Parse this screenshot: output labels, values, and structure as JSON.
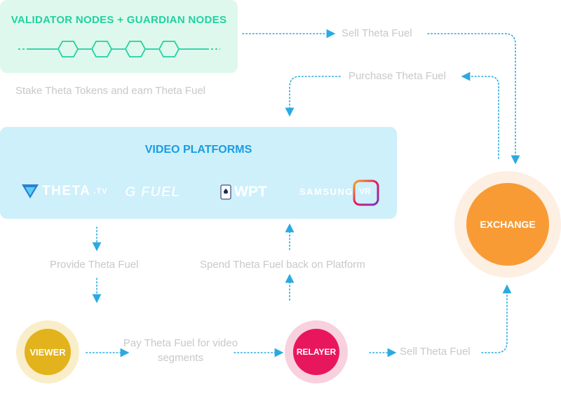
{
  "validators": {
    "title": "VALIDATOR NODES + GUARDIAN NODES",
    "caption": "Stake Theta Tokens and earn Theta Fuel"
  },
  "video_platforms": {
    "title": "VIDEO PLATFORMS",
    "logos": [
      {
        "name": "Theta.tv",
        "text": "THETA",
        "suffix": ".TV"
      },
      {
        "name": "G Fuel",
        "text": "G FUEL"
      },
      {
        "name": "WPT",
        "text": "WPT"
      },
      {
        "name": "Samsung VR",
        "text": "SAMSUNG",
        "badge": "VR"
      }
    ]
  },
  "nodes": {
    "viewer": "VIEWER",
    "relayer": "RELAYER",
    "exchange": "EXCHANGE"
  },
  "flows": {
    "sell_top": "Sell Theta Fuel",
    "purchase": "Purchase Theta Fuel",
    "provide": "Provide Theta Fuel",
    "spend": "Spend Theta Fuel back on Platform",
    "pay": "Pay Theta Fuel for video segments",
    "sell_bottom": "Sell Theta Fuel"
  },
  "colors": {
    "validator_bg": "#dff8ee",
    "validator_accent": "#1fd2a0",
    "platform_bg": "#cdf0fb",
    "platform_accent": "#1a9de0",
    "arrow": "#29aae1",
    "label": "#c8c8c8",
    "viewer": "#e2b31c",
    "relayer": "#e8175d",
    "exchange": "#f89b35"
  }
}
